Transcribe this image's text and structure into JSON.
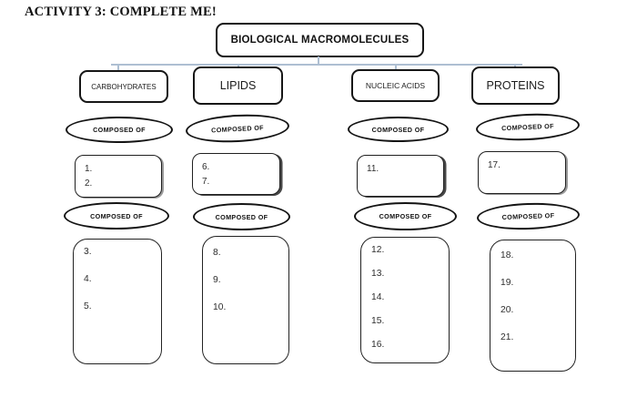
{
  "page": {
    "title": "ACTIVITY 3: COMPLETE ME!"
  },
  "diagram": {
    "root_label": "BIOLOGICAL MACROMOLECULES",
    "connector_label": "COMPOSED OF",
    "columns": [
      {
        "title": "CARBOHYDRATES",
        "monomer_items": [
          "1.",
          "2."
        ],
        "component_items": [
          "3.",
          "4.",
          "5."
        ]
      },
      {
        "title": "LIPIDS",
        "monomer_items": [
          "6.",
          "7."
        ],
        "component_items": [
          "8.",
          "9.",
          "10."
        ]
      },
      {
        "title": "NUCLEIC ACIDS",
        "monomer_items": [
          "11."
        ],
        "component_items": [
          "12.",
          "13.",
          "14.",
          "15.",
          "16."
        ]
      },
      {
        "title": "PROTEINS",
        "monomer_items": [
          "17."
        ],
        "component_items": [
          "18.",
          "19.",
          "20.",
          "21."
        ]
      }
    ]
  },
  "colors": {
    "connector_line": "#aebfd2",
    "box_border": "#1a1a1a",
    "text": "#262626"
  }
}
